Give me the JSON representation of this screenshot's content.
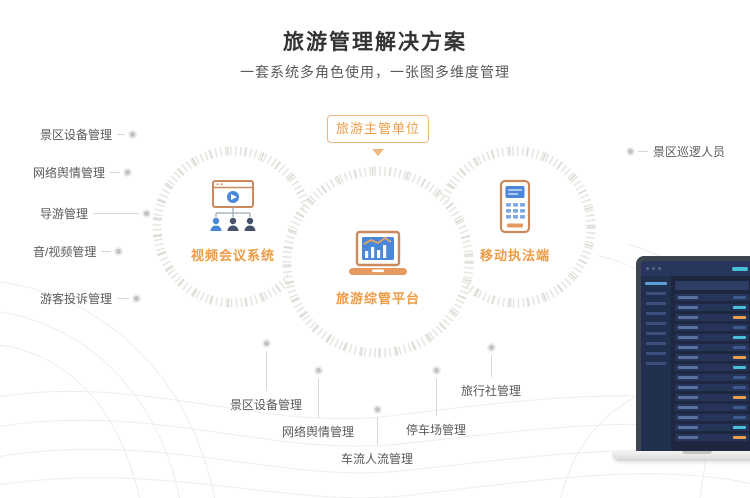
{
  "page": {
    "title": "旅游管理解决方案",
    "subtitle": "一套系统多角色使用，一张图多维度管理"
  },
  "top_badge": {
    "label": "旅游主管单位"
  },
  "circles": {
    "video_conference": {
      "label": "视频会议系统",
      "icon": "video-meeting-icon"
    },
    "platform": {
      "label": "旅游综管平台",
      "icon": "laptop-chart-icon"
    },
    "mobile_enforcement": {
      "label": "移动执法端",
      "icon": "handheld-terminal-icon"
    }
  },
  "left_labels": [
    "景区设备管理",
    "网络舆情管理",
    "导游管理",
    "音/视频管理",
    "游客投诉管理"
  ],
  "right_labels": [
    "景区巡逻人员"
  ],
  "bottom_labels": [
    "景区设备管理",
    "网络舆情管理",
    "车流人流管理",
    "停车场管理",
    "旅行社管理"
  ],
  "colors": {
    "accent_orange": "#ED9C45",
    "badge_border": "#F2B57E",
    "icon_outline": "#C98B5E",
    "icon_blue": "#4A87D9",
    "title_text": "#333333",
    "label_text": "#5A5A5A",
    "connector_line": "#D7D7D5",
    "circle_tick": "#E7E6E1",
    "laptop_screen_bg": "#1E2740"
  }
}
